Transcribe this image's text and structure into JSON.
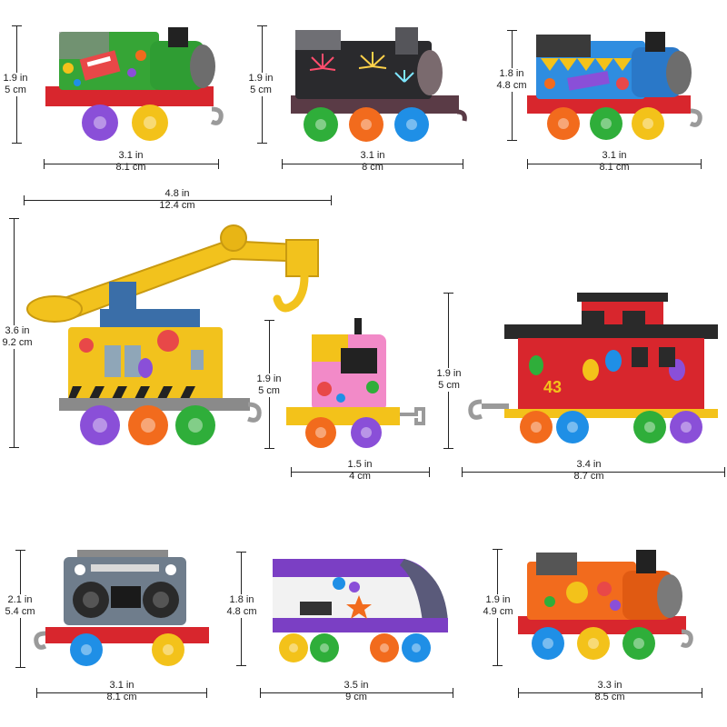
{
  "colors": {
    "wheel_purple": "#8a4fd8",
    "wheel_yellow": "#f3c21a",
    "wheel_green": "#2fae3a",
    "wheel_orange": "#f26b1d",
    "wheel_blue": "#1f8fe6",
    "frame_red": "#d8262d",
    "crane_yellow": "#f2c21d"
  },
  "dimensions": {
    "loco1": {
      "width_in": "3.1 in",
      "width_cm": "8.1 cm",
      "height_in": "1.9 in",
      "height_cm": "5 cm"
    },
    "loco2": {
      "width_in": "3.1 in",
      "width_cm": "8 cm",
      "height_in": "1.9 in",
      "height_cm": "5 cm"
    },
    "loco3": {
      "width_in": "3.1 in",
      "width_cm": "8.1 cm",
      "height_in": "1.8 in",
      "height_cm": "4.8 cm"
    },
    "crane": {
      "width_in": "4.8 in",
      "width_cm": "12.4 cm",
      "height_in": "3.6 in",
      "height_cm": "9.2 cm"
    },
    "small": {
      "width_in": "1.5 in",
      "width_cm": "4 cm",
      "height_in": "1.9 in",
      "height_cm": "5 cm"
    },
    "caboose": {
      "width_in": "3.4 in",
      "width_cm": "8.7 cm",
      "height_in": "1.9 in",
      "height_cm": "5 cm"
    },
    "boombox": {
      "width_in": "3.1 in",
      "width_cm": "8.1 cm",
      "height_in": "2.1 in",
      "height_cm": "5.4 cm"
    },
    "bullet": {
      "width_in": "3.5 in",
      "width_cm": "9 cm",
      "height_in": "1.8 in",
      "height_cm": "4.8 cm"
    },
    "loco4": {
      "width_in": "3.3 in",
      "width_cm": "8.5 cm",
      "height_in": "1.9 in",
      "height_cm": "4.9 cm"
    }
  },
  "caboose_number": "43"
}
